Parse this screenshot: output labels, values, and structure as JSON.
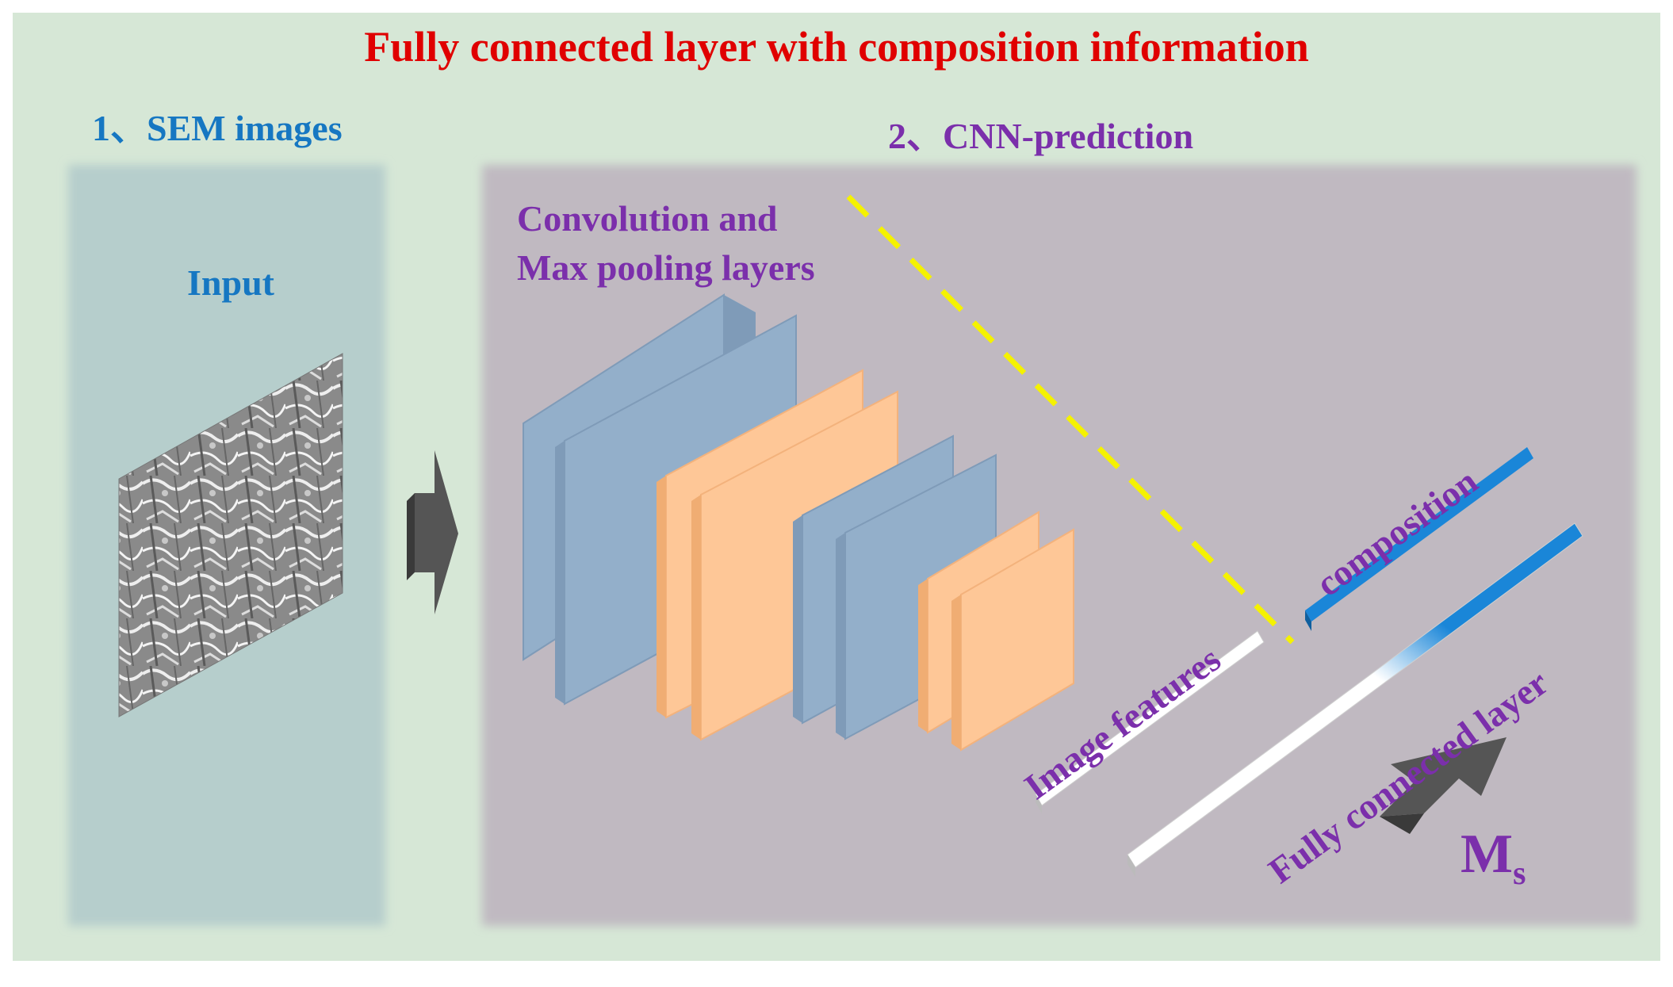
{
  "title": "Fully connected layer with composition information",
  "sem_section": {
    "title": "1、SEM images",
    "input_label": "Input"
  },
  "cnn_section": {
    "title": "2、CNN-prediction",
    "conv_label_line1": "Convolution and",
    "conv_label_line2": "Max pooling layers",
    "image_features_label": "Image features",
    "composition_label": "composition",
    "fc_label": "Fully connected layer",
    "output_symbol": "M",
    "output_subscript": "s"
  },
  "colors": {
    "background": "#d6e7d6",
    "sem_panel": "#b6cecc",
    "cnn_panel": "#c0b9c1",
    "title_red": "#e00000",
    "blue_text": "#1677c2",
    "purple_text": "#7b2fab",
    "conv_blue": "#93afca",
    "pool_orange": "#fec797",
    "bar_blue": "#1a86d8",
    "dashed_yellow": "#f5f200"
  }
}
